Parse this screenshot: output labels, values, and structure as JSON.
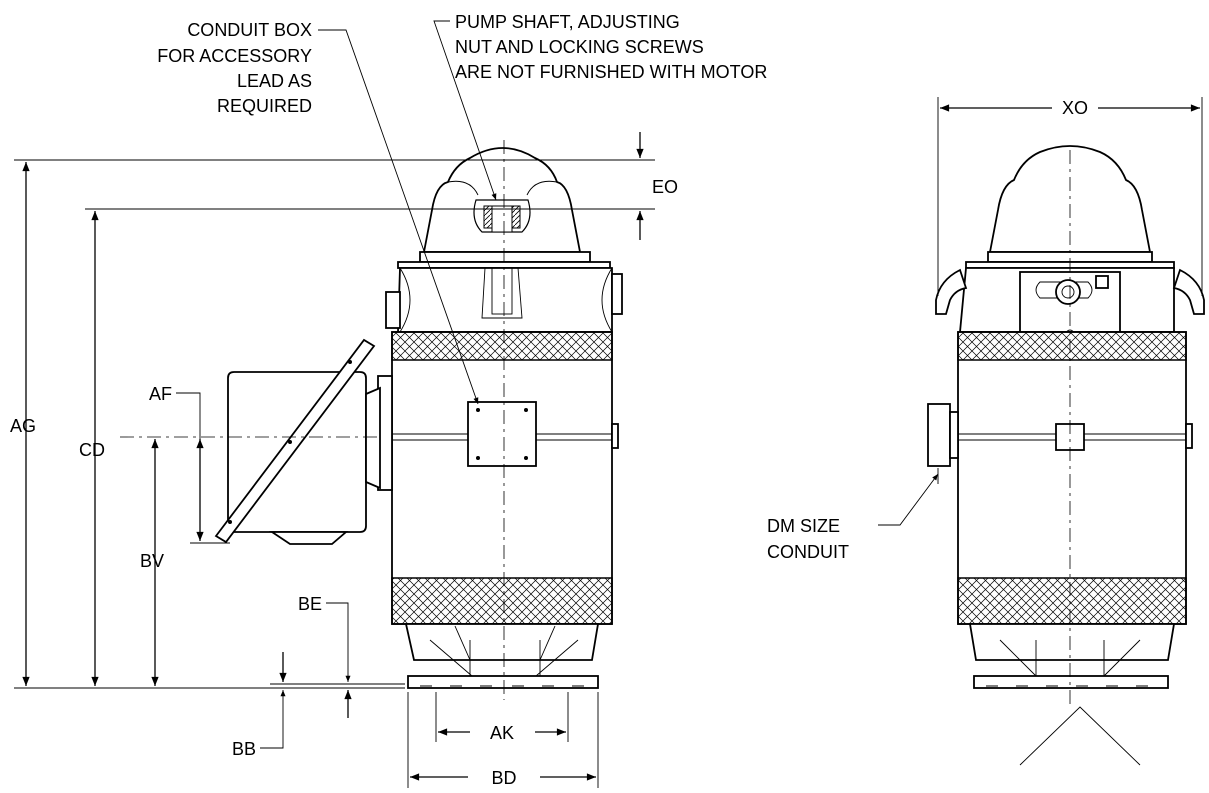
{
  "callouts": {
    "conduit_box": [
      "CONDUIT BOX",
      "FOR ACCESSORY",
      "LEAD AS",
      "REQUIRED"
    ],
    "pump_shaft": [
      "PUMP SHAFT, ADJUSTING",
      "NUT AND LOCKING SCREWS",
      "ARE NOT FURNISHED WITH MOTOR"
    ],
    "dm_conduit": [
      "DM SIZE",
      "CONDUIT"
    ]
  },
  "dimensions": {
    "eo": "EO",
    "xo": "XO",
    "af": "AF",
    "ag": "AG",
    "cd": "CD",
    "bv": "BV",
    "be": "BE",
    "bb": "BB",
    "ak": "AK",
    "bd": "BD"
  }
}
